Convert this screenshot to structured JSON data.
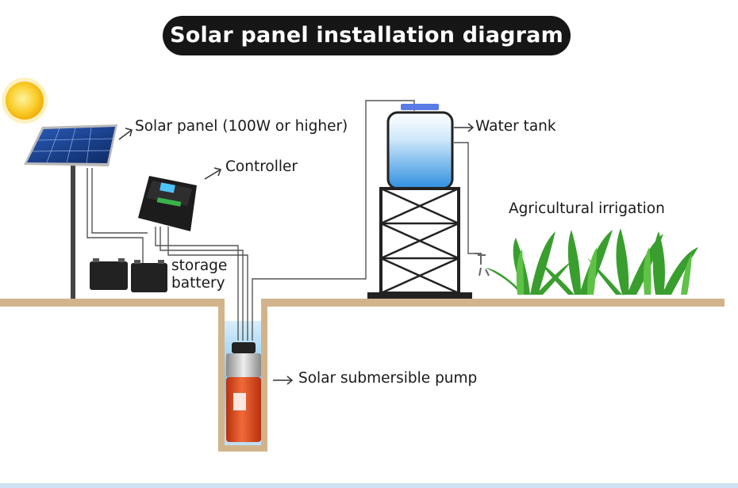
{
  "title": "Solar panel installation diagram",
  "labels": {
    "solar_panel": "Solar panel (100W or higher)",
    "controller": "Controller",
    "water_tank": "Water tank",
    "agricultural_irrigation": "Agricultural irrigation",
    "storage_battery": "storage battery",
    "pump": "Solar submersible pump"
  },
  "colors": {
    "ground": "#d2b48c",
    "ground_edge": "#c3a178",
    "sun": "#f7c21a",
    "panel": "#1d3f8a",
    "pump": "#e24a1f",
    "water": "#7ec3f0",
    "plant": "#3a9e2f"
  }
}
